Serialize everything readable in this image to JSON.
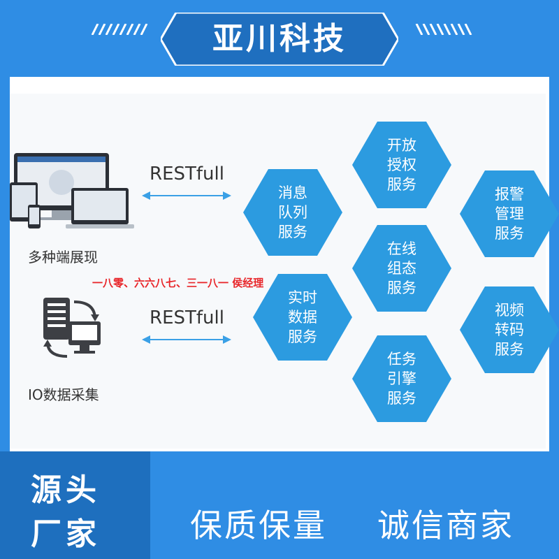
{
  "brand": {
    "title": "亚川科技"
  },
  "left": {
    "devices_label": "多种端展现",
    "io_label": "IO数据采集",
    "rest_top": "RESTfull",
    "rest_bottom": "RESTfull"
  },
  "overlay_text": "一八零、六六八七、三一八一 侯经理",
  "hexagons": [
    {
      "id": "open-auth",
      "label": "开放\n授权\n服务"
    },
    {
      "id": "message-queue",
      "label": "消息\n队列\n服务"
    },
    {
      "id": "alarm",
      "label": "报警\n管理\n服务"
    },
    {
      "id": "online-config",
      "label": "在线\n组态\n服务"
    },
    {
      "id": "realtime-data",
      "label": "实时\n数据\n服务"
    },
    {
      "id": "video-transcode",
      "label": "视频\n转码\n服务"
    },
    {
      "id": "task-engine",
      "label": "任务\n引擎\n服务"
    }
  ],
  "footer": {
    "badge_line1": "源头",
    "badge_line2": "厂家",
    "slogan1": "保质保量",
    "slogan2": "诚信商家"
  },
  "colors": {
    "brand_blue": "#2f8de4",
    "hex_blue": "#2c9be0",
    "overlay_red": "#e8262a",
    "arrow": "#3aa0e6"
  }
}
